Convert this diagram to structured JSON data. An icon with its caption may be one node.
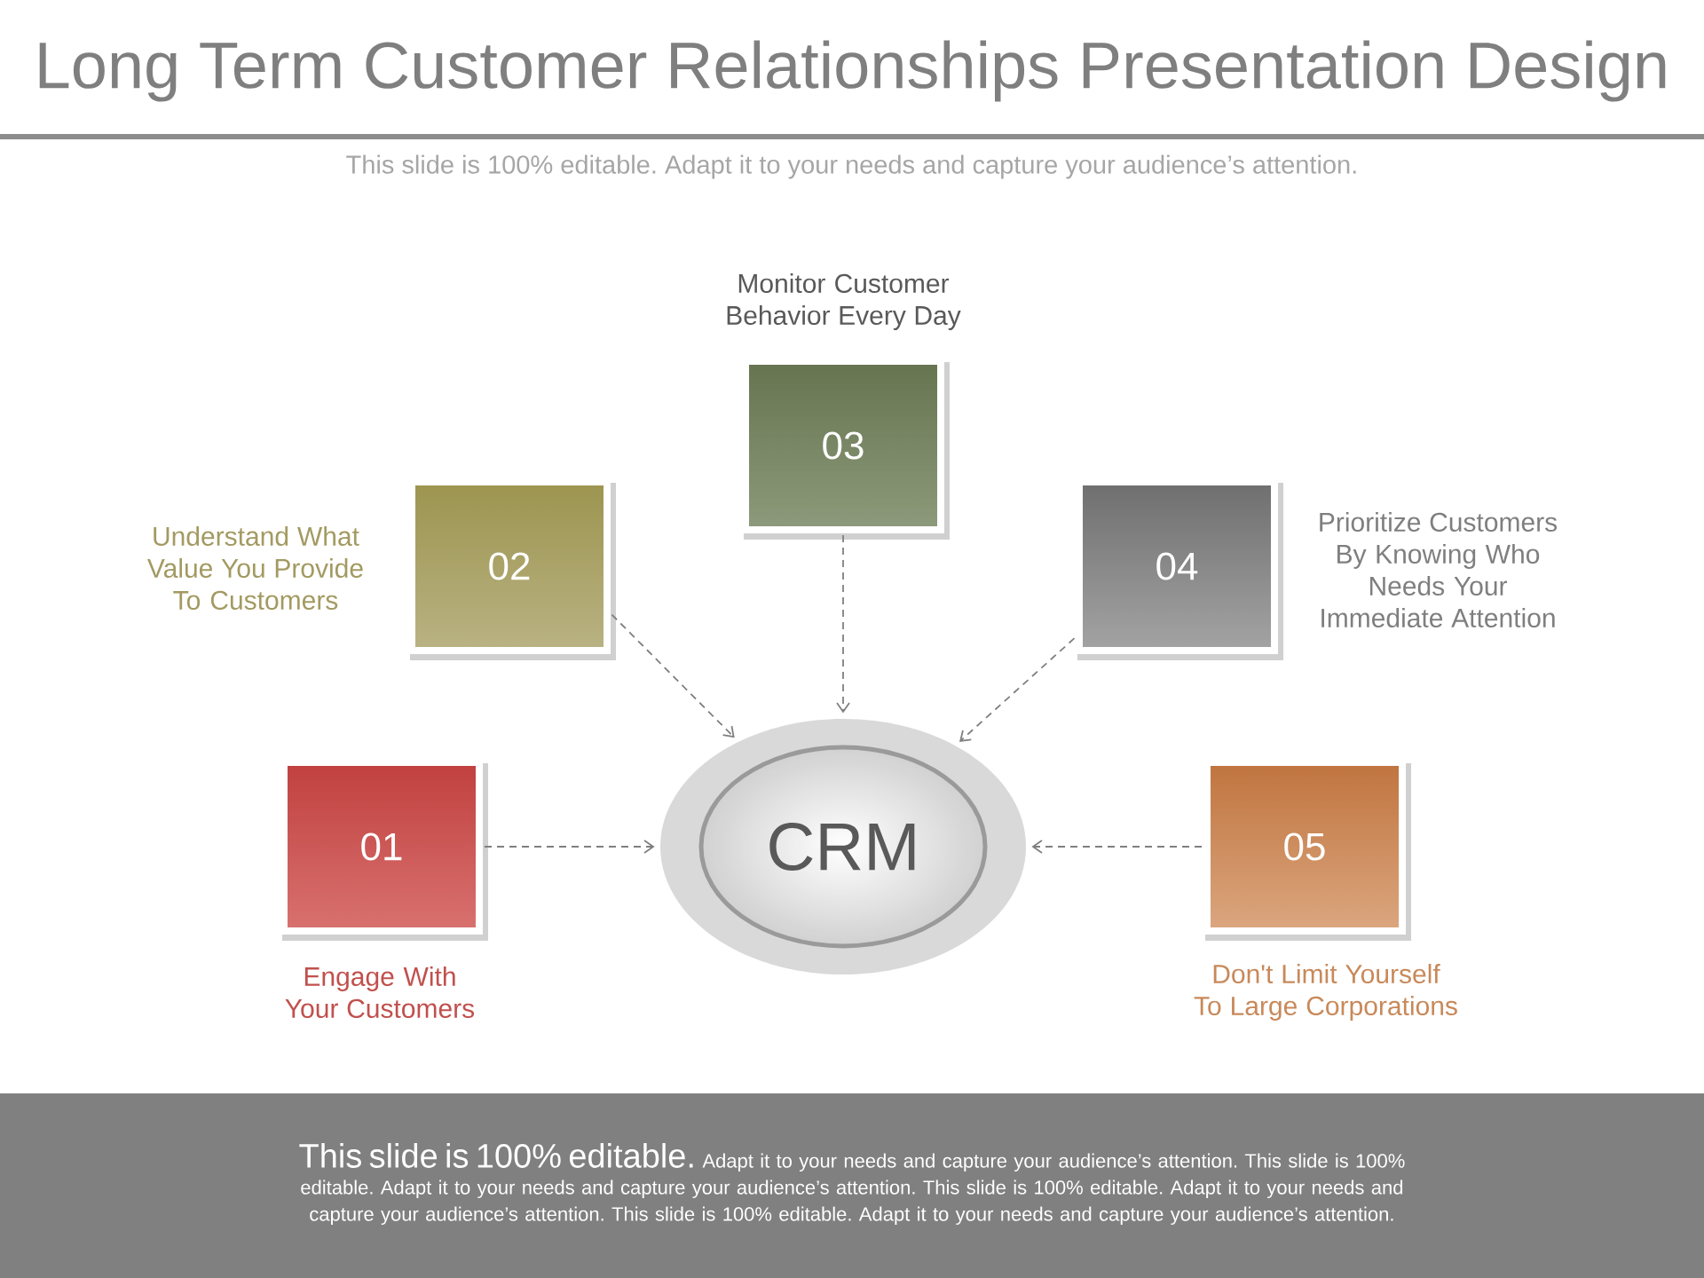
{
  "diagram": {
    "title": "Long Term Customer Relationships Presentation Design",
    "nodes": [
      {
        "text": [
          "01"
        ]
      },
      {
        "text": [
          "02"
        ],
        "beside": [
          "Understand What Value You Provide To Customers"
        ]
      },
      {
        "text": [
          "03"
        ],
        "beside": [
          "Monitor Customer Behavior Every Day"
        ]
      },
      {
        "text": [
          "04"
        ],
        "beside": [
          "Prioritize Customers By Knowing Who Needs Your Immediate Attention"
        ]
      },
      {
        "text": [
          "05"
        ]
      },
      {
        "text": [
          "CRM"
        ]
      }
    ],
    "edges": [
      {
        "from": 0,
        "to": 5,
        "arrow": "to",
        "style": "dashed"
      },
      {
        "from": 1,
        "to": 5,
        "arrow": "to",
        "style": "dashed"
      },
      {
        "from": 2,
        "to": 5,
        "arrow": "to",
        "style": "dashed"
      },
      {
        "from": 3,
        "to": 5,
        "arrow": "to",
        "style": "dashed"
      },
      {
        "from": 4,
        "to": 5,
        "arrow": "to",
        "style": "dashed"
      }
    ],
    "labels": [
      "This slide is 100% editable. Adapt it to your needs and capture your audience’s attention.",
      "Engage With Your Customers",
      "Don't Limit Yourself To Large Corporations",
      "This slide is 100% editable.",
      "Adapt it to your needs and capture your audience’s attention. This slide is 100% editable. Adapt it to your needs and capture your audience’s attention. This slide is 100% editable. Adapt it to your needs and capture your audience’s attention. This slide is 100% editable. Adapt it to your needs and capture your audience’s attention."
    ]
  }
}
